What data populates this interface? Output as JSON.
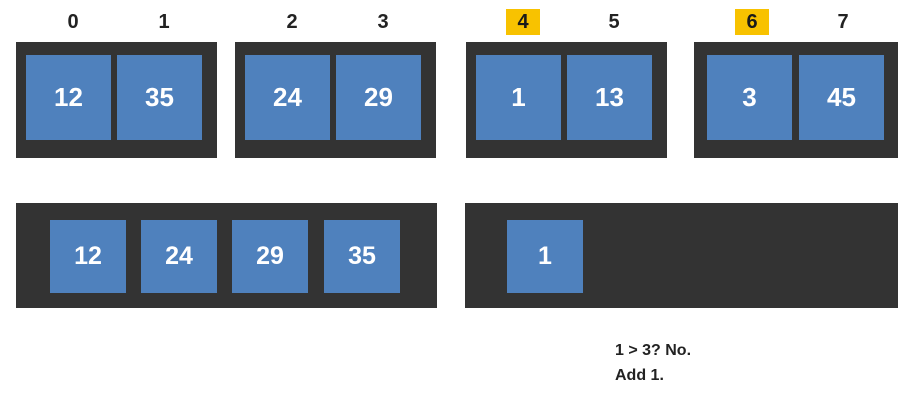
{
  "diagram": {
    "title": "merge-sort-merge-step",
    "colors": {
      "background": "#ffffff",
      "bucket": "#333333",
      "cell": "#4F81BD",
      "cell_text": "#ffffff",
      "highlight": "#F8C200",
      "label_text": "#222222"
    },
    "top_row": {
      "indices": [
        {
          "label": "0",
          "highlighted": false
        },
        {
          "label": "1",
          "highlighted": false
        },
        {
          "label": "2",
          "highlighted": false
        },
        {
          "label": "3",
          "highlighted": false
        },
        {
          "label": "4",
          "highlighted": true
        },
        {
          "label": "5",
          "highlighted": false
        },
        {
          "label": "6",
          "highlighted": true
        },
        {
          "label": "7",
          "highlighted": false
        }
      ],
      "buckets": [
        {
          "name": "bucket-0",
          "values": [
            "12",
            "35"
          ]
        },
        {
          "name": "bucket-1",
          "values": [
            "24",
            "29"
          ]
        },
        {
          "name": "bucket-2",
          "values": [
            "1",
            "13"
          ]
        },
        {
          "name": "bucket-3",
          "values": [
            "3",
            "45"
          ]
        }
      ]
    },
    "bottom_row": {
      "buckets": [
        {
          "name": "merged-bucket-left",
          "values": [
            "12",
            "24",
            "29",
            "35"
          ]
        },
        {
          "name": "merged-bucket-right",
          "values": [
            "1"
          ]
        }
      ]
    },
    "caption": {
      "line1": "1 > 3? No.",
      "line2": "Add 1."
    }
  }
}
